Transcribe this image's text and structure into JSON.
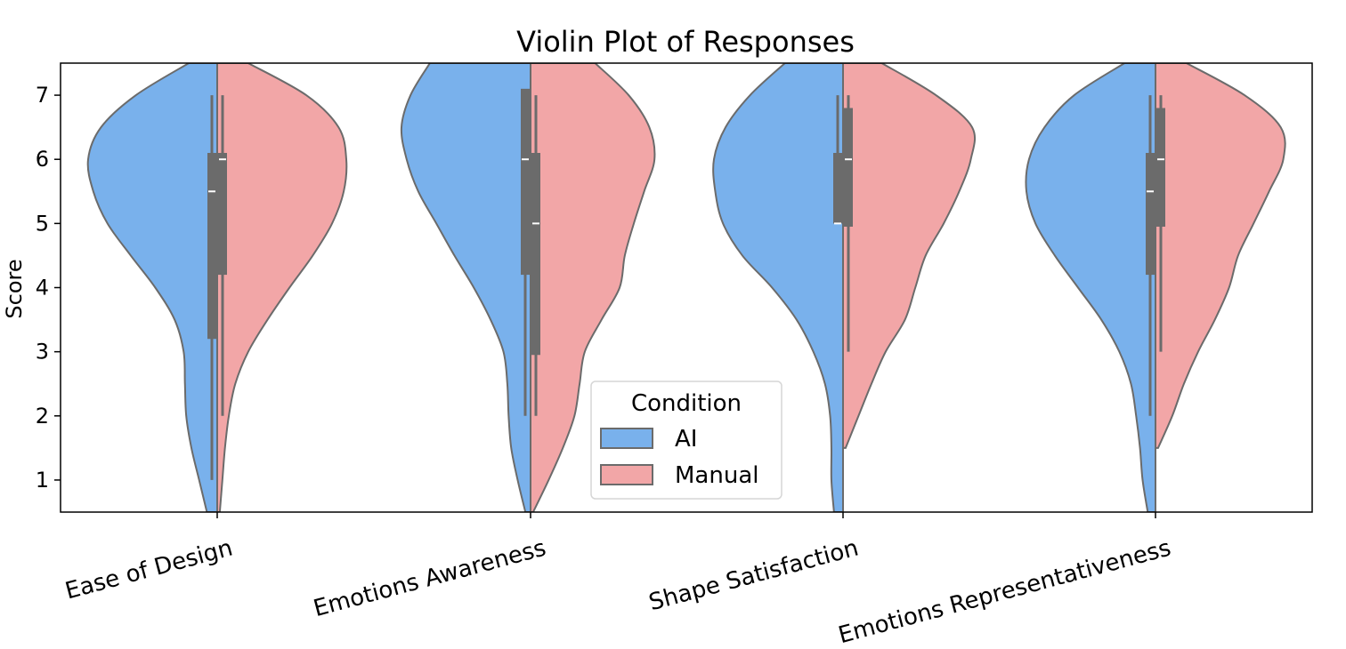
{
  "chart_data": {
    "type": "violin",
    "title": "Violin Plot of Responses",
    "xlabel": "",
    "ylabel": "Score",
    "ylim": [
      0.5,
      7.5
    ],
    "yticks": [
      1,
      2,
      3,
      4,
      5,
      6,
      7
    ],
    "categories": [
      "Ease of Design",
      "Emotions Awareness",
      "Shape Satisfaction",
      "Emotions Representativeness"
    ],
    "split": true,
    "grid": false,
    "legend": {
      "title": "Condition",
      "placement": "bottom-center",
      "entries": [
        "AI",
        "Manual"
      ]
    },
    "series": [
      {
        "name": "AI",
        "color": "#79b1ec",
        "summaries": [
          {
            "min": 1,
            "q1": 3.2,
            "median": 5.5,
            "q3": 6.1,
            "max": 7
          },
          {
            "min": 2,
            "q1": 4.2,
            "median": 6.0,
            "q3": 7.1,
            "max": 7
          },
          {
            "min": 5,
            "q1": 5.0,
            "median": 5.0,
            "q3": 6.1,
            "max": 7
          },
          {
            "min": 2,
            "q1": 4.2,
            "median": 5.5,
            "q3": 6.1,
            "max": 7
          }
        ],
        "density_profiles": [
          [
            [
              0.5,
              0.08
            ],
            [
              1,
              0.14
            ],
            [
              1.5,
              0.2
            ],
            [
              2,
              0.24
            ],
            [
              2.5,
              0.25
            ],
            [
              3,
              0.26
            ],
            [
              3.5,
              0.33
            ],
            [
              4,
              0.48
            ],
            [
              4.5,
              0.67
            ],
            [
              5,
              0.85
            ],
            [
              5.5,
              0.96
            ],
            [
              6,
              1.0
            ],
            [
              6.5,
              0.9
            ],
            [
              7,
              0.63
            ],
            [
              7.5,
              0.22
            ]
          ],
          [
            [
              0.5,
              0.04
            ],
            [
              1,
              0.1
            ],
            [
              1.5,
              0.15
            ],
            [
              2,
              0.17
            ],
            [
              2.5,
              0.18
            ],
            [
              3,
              0.21
            ],
            [
              3.5,
              0.31
            ],
            [
              4,
              0.44
            ],
            [
              4.5,
              0.59
            ],
            [
              5,
              0.73
            ],
            [
              5.5,
              0.87
            ],
            [
              6,
              0.96
            ],
            [
              6.5,
              1.0
            ],
            [
              7,
              0.93
            ],
            [
              7.5,
              0.78
            ]
          ],
          [
            [
              0.5,
              0.07
            ],
            [
              1,
              0.09
            ],
            [
              1.5,
              0.09
            ],
            [
              2,
              0.1
            ],
            [
              2.5,
              0.14
            ],
            [
              3,
              0.23
            ],
            [
              3.5,
              0.36
            ],
            [
              4,
              0.55
            ],
            [
              4.5,
              0.78
            ],
            [
              5,
              0.93
            ],
            [
              5.5,
              0.99
            ],
            [
              6,
              1.0
            ],
            [
              6.5,
              0.91
            ],
            [
              7,
              0.72
            ],
            [
              7.5,
              0.45
            ]
          ],
          [
            [
              0.5,
              0.06
            ],
            [
              1,
              0.1
            ],
            [
              1.5,
              0.12
            ],
            [
              2,
              0.15
            ],
            [
              2.5,
              0.19
            ],
            [
              3,
              0.28
            ],
            [
              3.5,
              0.42
            ],
            [
              4,
              0.6
            ],
            [
              4.5,
              0.78
            ],
            [
              5,
              0.93
            ],
            [
              5.5,
              1.0
            ],
            [
              6,
              0.98
            ],
            [
              6.5,
              0.86
            ],
            [
              7,
              0.63
            ],
            [
              7.5,
              0.24
            ]
          ]
        ]
      },
      {
        "name": "Manual",
        "color": "#f2a6a7",
        "summaries": [
          {
            "min": 2,
            "q1": 4.2,
            "median": 6.0,
            "q3": 6.1,
            "max": 7
          },
          {
            "min": 2,
            "q1": 2.95,
            "median": 5.0,
            "q3": 6.1,
            "max": 7
          },
          {
            "min": 3,
            "q1": 4.95,
            "median": 6.0,
            "q3": 6.8,
            "max": 7
          },
          {
            "min": 3,
            "q1": 4.95,
            "median": 6.0,
            "q3": 6.8,
            "max": 7
          }
        ],
        "density_profiles": [
          [
            [
              0.5,
              0.02
            ],
            [
              1,
              0.04
            ],
            [
              1.5,
              0.06
            ],
            [
              2,
              0.09
            ],
            [
              2.5,
              0.14
            ],
            [
              3,
              0.24
            ],
            [
              3.5,
              0.39
            ],
            [
              4,
              0.56
            ],
            [
              4.5,
              0.74
            ],
            [
              5,
              0.89
            ],
            [
              5.5,
              0.98
            ],
            [
              6,
              1.0
            ],
            [
              6.5,
              0.94
            ],
            [
              7,
              0.69
            ],
            [
              7.5,
              0.24
            ]
          ],
          [
            [
              0.5,
              0.02
            ],
            [
              1,
              0.14
            ],
            [
              1.5,
              0.25
            ],
            [
              2,
              0.34
            ],
            [
              2.5,
              0.38
            ],
            [
              3,
              0.42
            ],
            [
              3.5,
              0.55
            ],
            [
              4,
              0.69
            ],
            [
              4.5,
              0.73
            ],
            [
              5,
              0.8
            ],
            [
              5.5,
              0.88
            ],
            [
              6,
              0.96
            ],
            [
              6.5,
              0.92
            ],
            [
              7,
              0.76
            ],
            [
              7.5,
              0.5
            ]
          ],
          [
            [
              1.5,
              0.02
            ],
            [
              2,
              0.12
            ],
            [
              2.5,
              0.22
            ],
            [
              3,
              0.33
            ],
            [
              3.5,
              0.48
            ],
            [
              4,
              0.56
            ],
            [
              4.5,
              0.64
            ],
            [
              5,
              0.78
            ],
            [
              5.5,
              0.9
            ],
            [
              6,
              0.99
            ],
            [
              6.5,
              1.0
            ],
            [
              7,
              0.72
            ],
            [
              7.5,
              0.3
            ]
          ],
          [
            [
              1.5,
              0.02
            ],
            [
              2,
              0.13
            ],
            [
              2.5,
              0.22
            ],
            [
              3,
              0.33
            ],
            [
              3.5,
              0.46
            ],
            [
              4,
              0.57
            ],
            [
              4.5,
              0.64
            ],
            [
              5,
              0.76
            ],
            [
              5.5,
              0.88
            ],
            [
              6,
              0.99
            ],
            [
              6.5,
              0.97
            ],
            [
              7,
              0.69
            ],
            [
              7.5,
              0.24
            ]
          ]
        ]
      }
    ]
  }
}
